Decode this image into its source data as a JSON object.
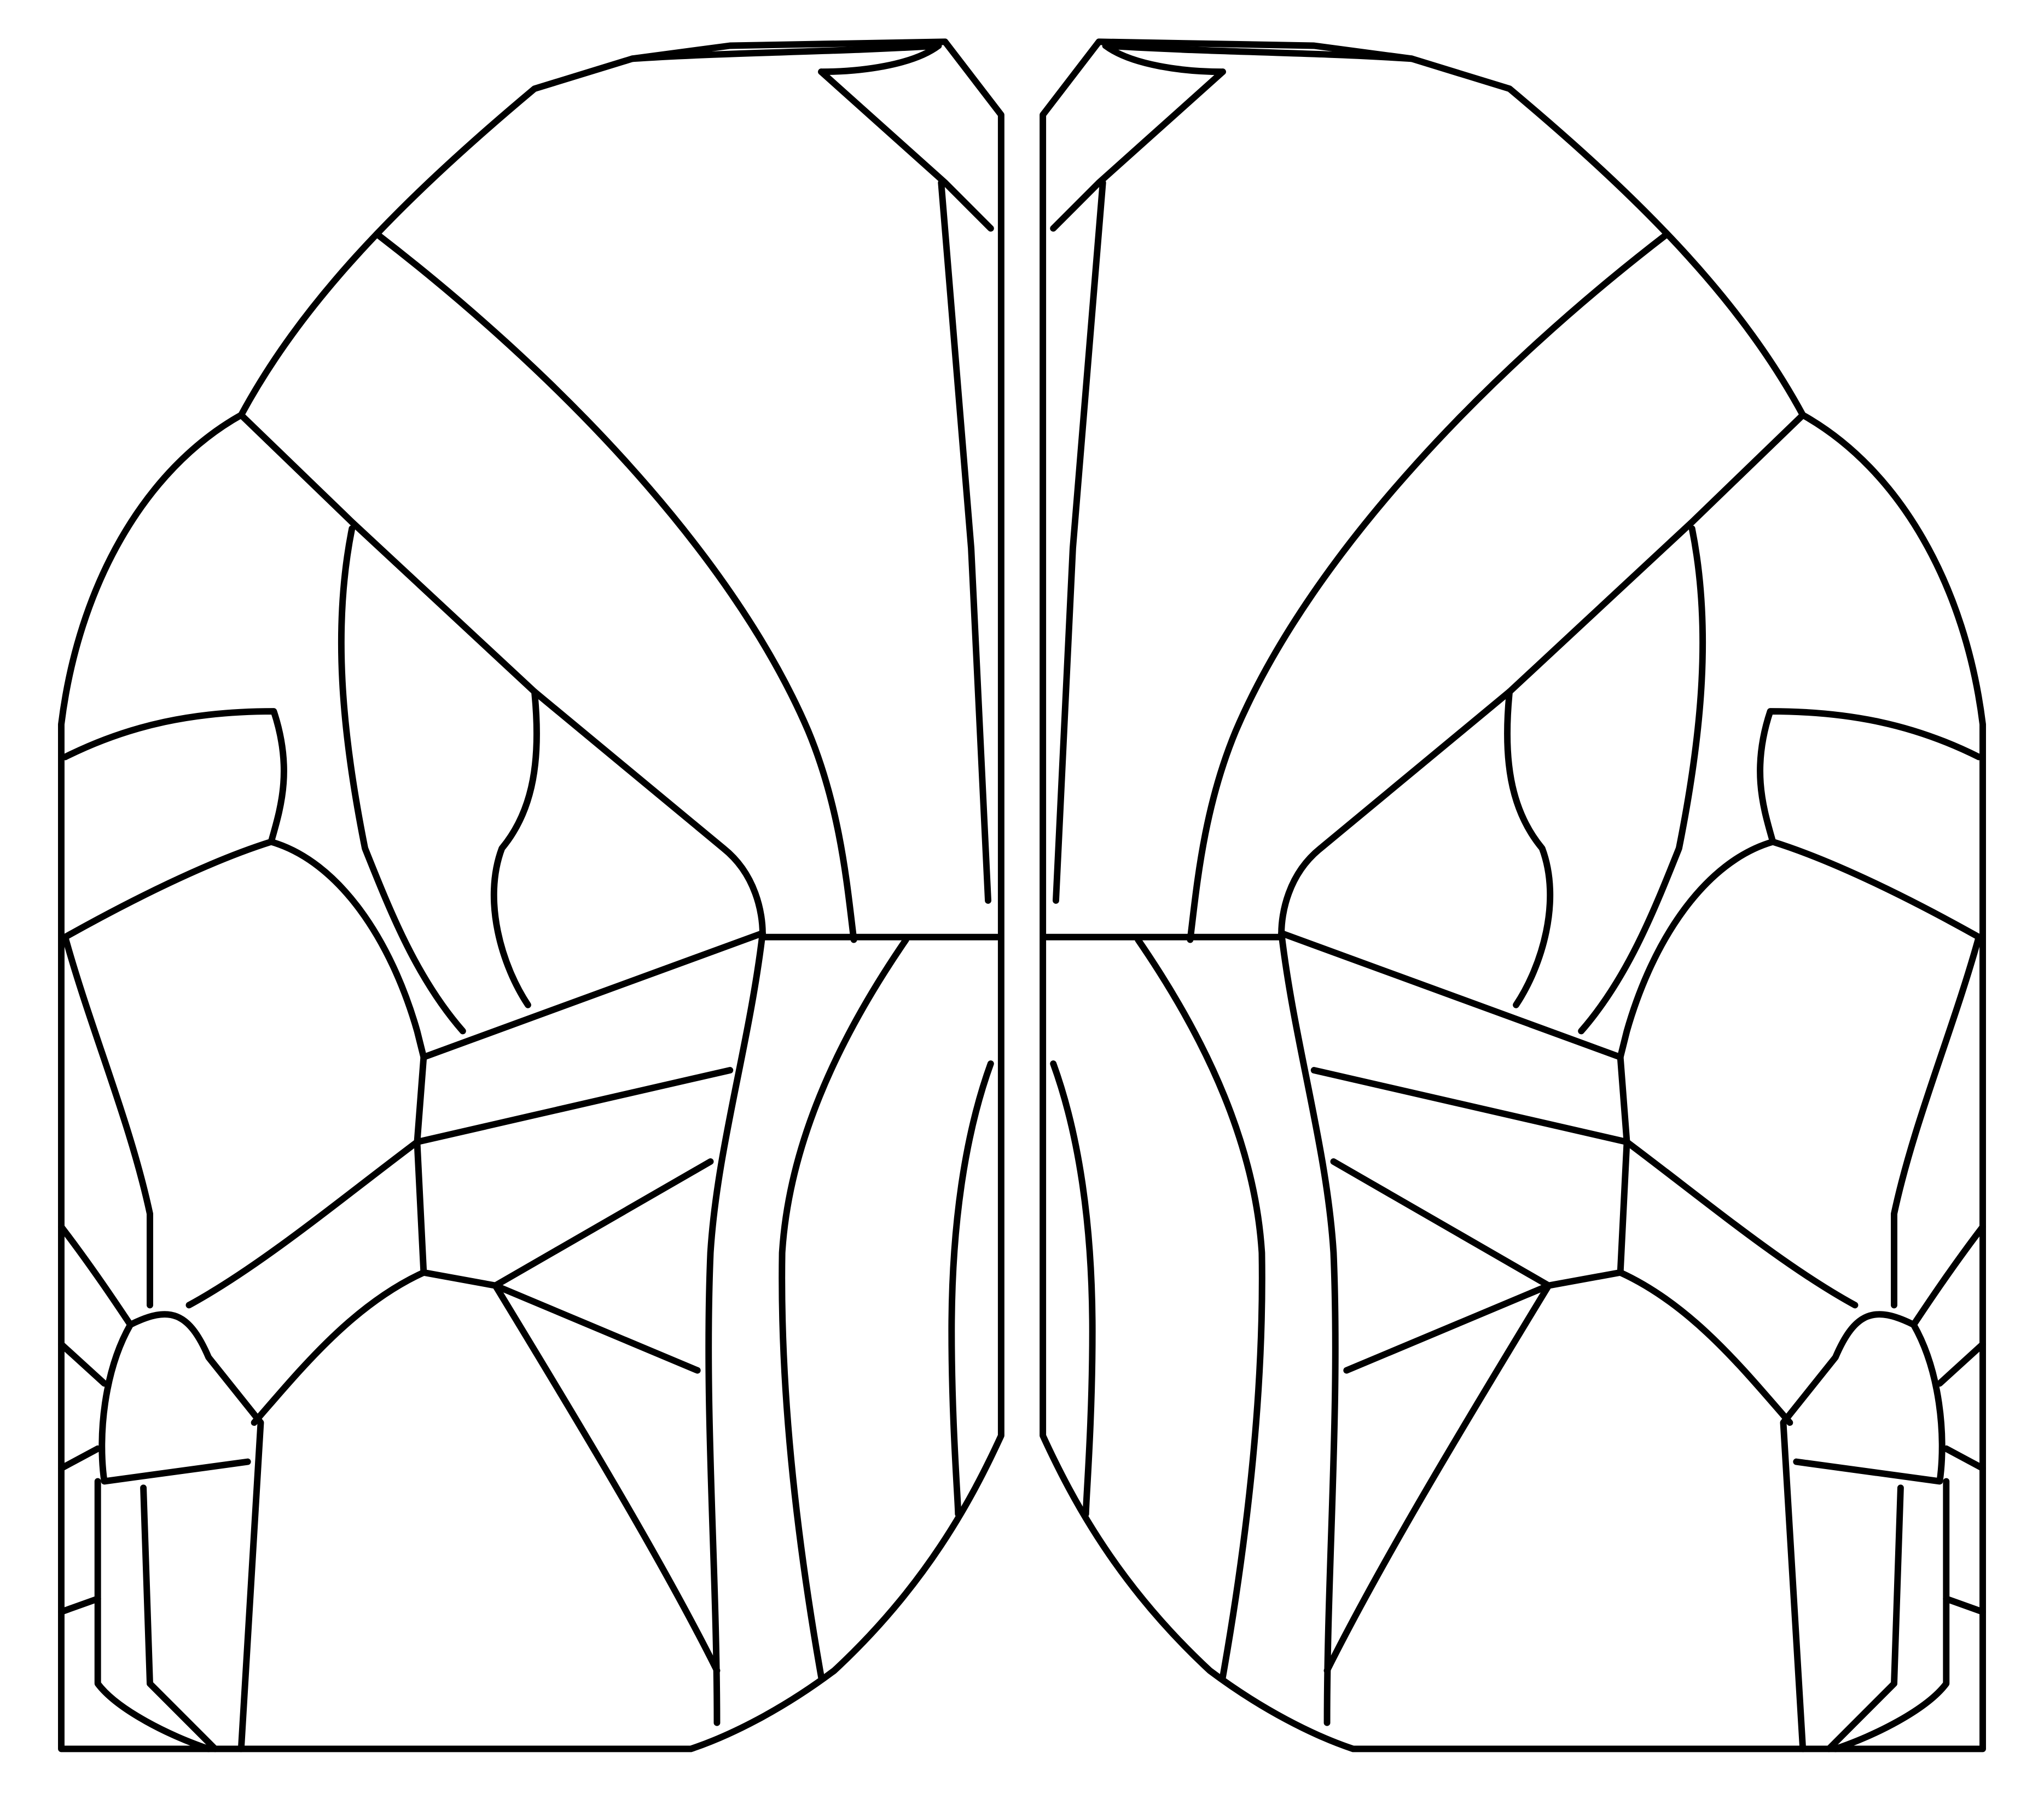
{
  "diagram": {
    "kind": "bilateral-segmentation-outline",
    "stroke_color": "#000000",
    "background_color": "#ffffff",
    "halves": [
      "left-hemisphere",
      "right-hemisphere"
    ],
    "labels": []
  }
}
